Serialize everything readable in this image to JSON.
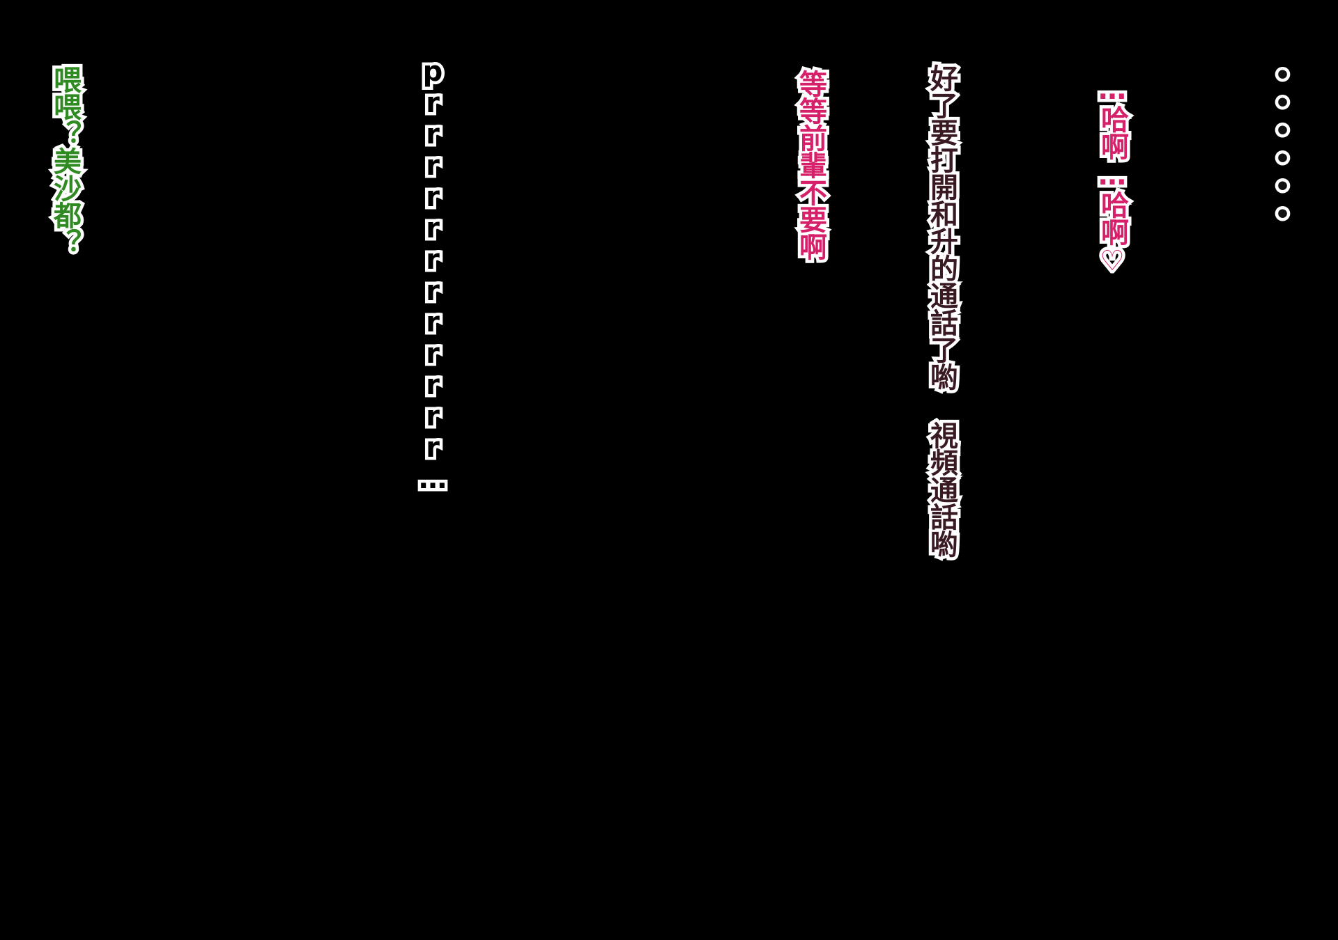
{
  "colors": {
    "background": "#000000",
    "outline": "#ffffff",
    "dark_speaker": "#3a1a22",
    "pink_speaker": "#d6206a",
    "green_speaker": "#2f8a22",
    "ringing": "#000000"
  },
  "lines": {
    "ellipsis": "••••••",
    "gasp": "…哈啊…哈啊♡",
    "videocall": "好了要打開和升的通話了喲 視頻通話喲",
    "wait": "等等前輩不要啊",
    "ringing": "prrrrrrrrrrrr…",
    "hello": "喂喂？美沙都？"
  }
}
